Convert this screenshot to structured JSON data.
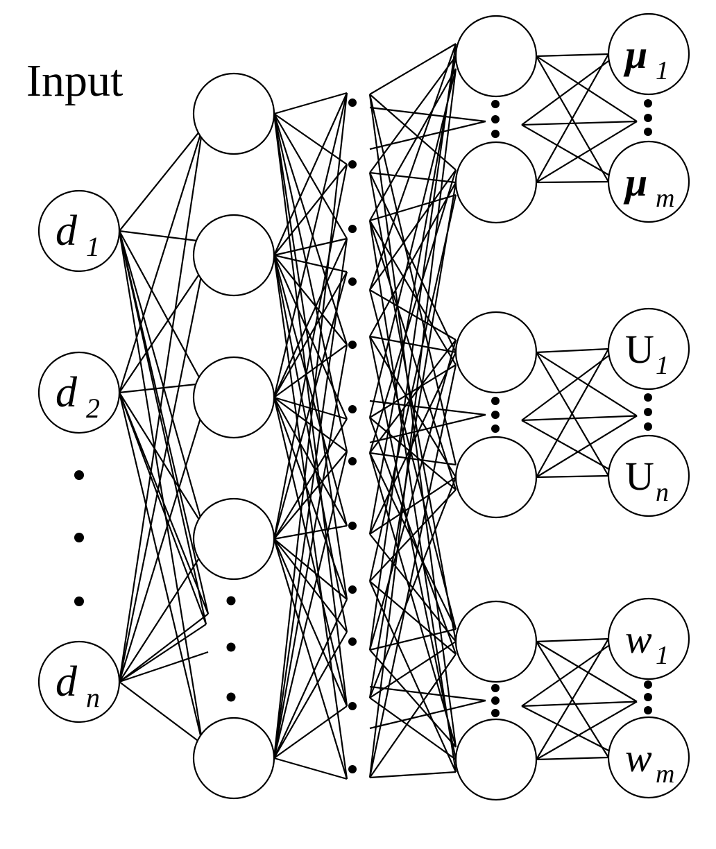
{
  "diagram": {
    "title": "Input",
    "colors": {
      "stroke": "#000000",
      "node_fill": "#ffffff",
      "background": "#ffffff"
    },
    "input_nodes": [
      {
        "main": "d",
        "sub": "1"
      },
      {
        "main": "d",
        "sub": "2"
      },
      {
        "main": "d",
        "sub": "n"
      }
    ],
    "output_nodes": [
      {
        "main": "μ",
        "sub": "1",
        "bold": true
      },
      {
        "main": "μ",
        "sub": "m",
        "bold": true
      },
      {
        "main": "U",
        "sub": "1",
        "bold": false
      },
      {
        "main": "U",
        "sub": "n",
        "bold": false
      },
      {
        "main": "w",
        "sub": "1",
        "bold": false
      },
      {
        "main": "w",
        "sub": "m",
        "bold": false
      }
    ]
  }
}
